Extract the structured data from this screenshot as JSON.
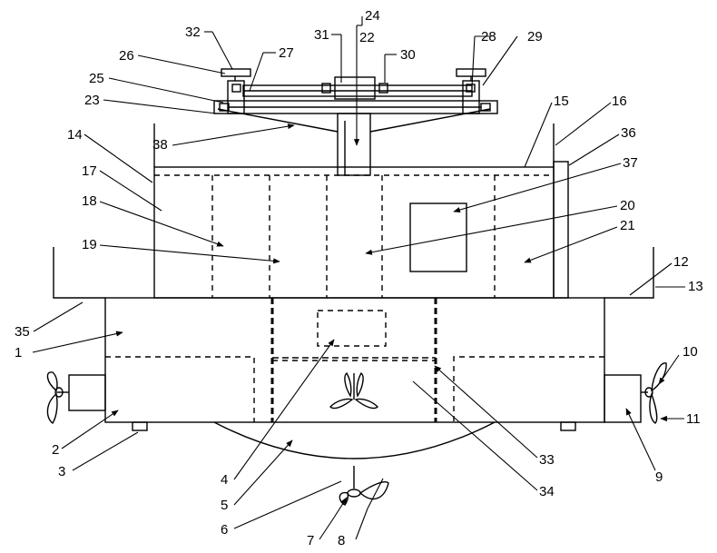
{
  "figure": {
    "labels": [
      "1",
      "2",
      "3",
      "4",
      "5",
      "6",
      "7",
      "8",
      "9",
      "10",
      "11",
      "12",
      "13",
      "14",
      "15",
      "16",
      "17",
      "18",
      "19",
      "20",
      "21",
      "22",
      "23",
      "24",
      "25",
      "26",
      "27",
      "28",
      "29",
      "30",
      "31",
      "32",
      "33",
      "34",
      "35",
      "36",
      "37",
      "38"
    ]
  },
  "colors": {
    "line": "#000000",
    "background": "#ffffff"
  }
}
